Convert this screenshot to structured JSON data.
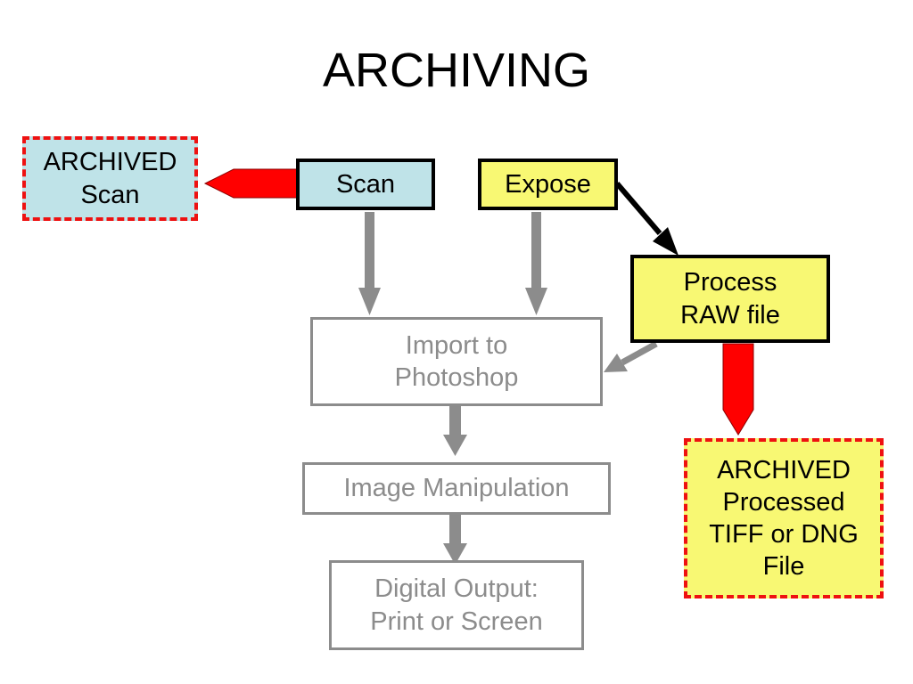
{
  "title": "ARCHIVING",
  "colors": {
    "blue_fill": "#bfe3e8",
    "yellow_fill": "#f8f873",
    "archive_border": "#ee1111",
    "red_arrow": "#ff0000",
    "gray_flow": "#8c8c8c",
    "black": "#000000"
  },
  "nodes": {
    "archived_scan": {
      "line1": "ARCHIVED",
      "line2": "Scan"
    },
    "scan": {
      "label": "Scan"
    },
    "expose": {
      "label": "Expose"
    },
    "process_raw": {
      "line1": "Process",
      "line2": "RAW file"
    },
    "import": {
      "line1": "Import to",
      "line2": "Photoshop"
    },
    "manipulation": {
      "label": "Image Manipulation"
    },
    "output": {
      "line1": "Digital Output:",
      "line2": "Print or Screen"
    },
    "archived_processed": {
      "line1": "ARCHIVED",
      "line2": "Processed",
      "line3": "TIFF or DNG",
      "line4": "File"
    }
  }
}
